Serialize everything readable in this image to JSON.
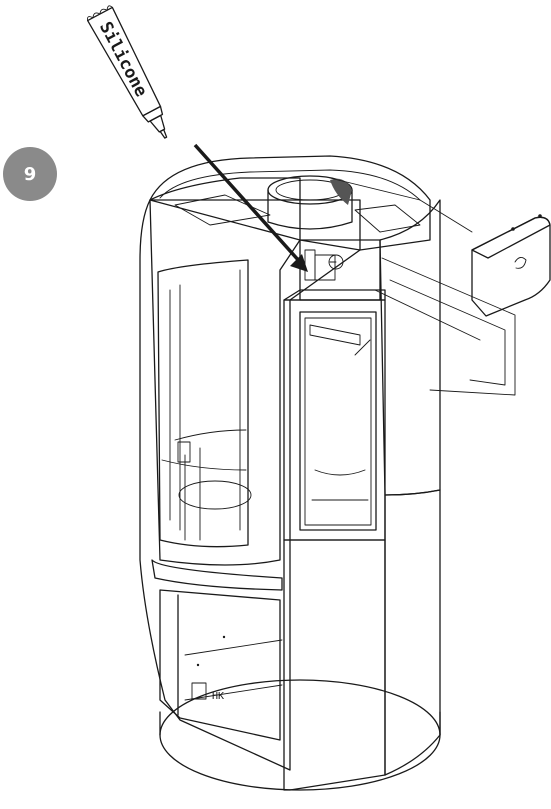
{
  "step": {
    "number": "9"
  },
  "tube": {
    "label": "Silicone"
  },
  "stove": {
    "marking": "HK"
  },
  "colors": {
    "panel": "#d9d9d9",
    "panel_dark": "#9a9a9a",
    "badge": "#8a8a8a",
    "line": "#1a1a1a"
  }
}
